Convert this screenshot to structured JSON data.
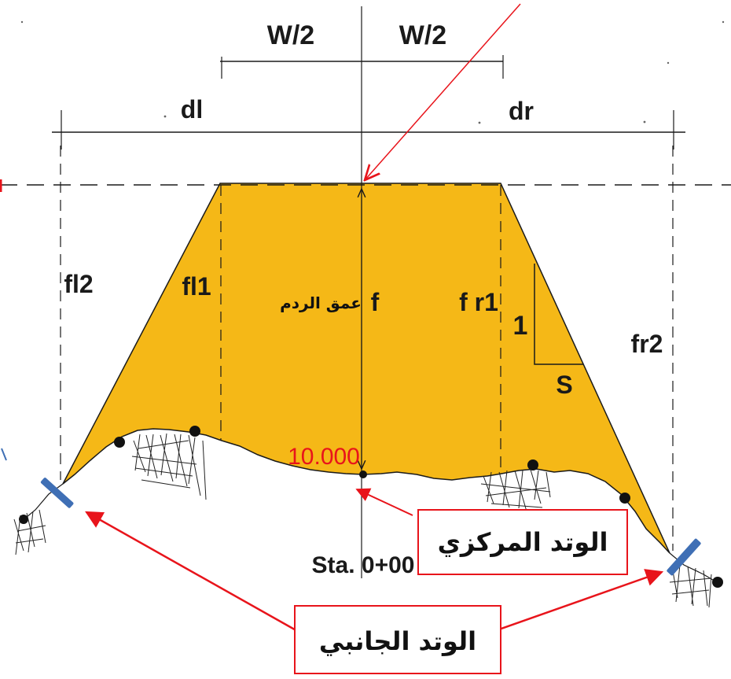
{
  "dimensions": {
    "half_width_left": "W/2",
    "half_width_right": "W/2",
    "distance_left": "dl",
    "distance_right": "dr"
  },
  "heights": {
    "fill_left_outer": "fl2",
    "fill_left_inner": "fl1",
    "fill_center": "f",
    "fill_right_inner": "f r1",
    "fill_right_outer": "fr2",
    "fill_depth_arabic": "عمق الردم"
  },
  "slope": {
    "vertical": "1",
    "horizontal": "S"
  },
  "center_elevation": "10.000",
  "station": "Sta. 0+00",
  "callouts": {
    "center_stake": "الوتد المركزي",
    "side_stake": "الوتد الجانبي"
  },
  "colors": {
    "fill": "#F5B817",
    "line": "#1a1a1a",
    "arrow": "#E8141B",
    "elevation_text": "#E8141B",
    "stake": "#3F6FB5"
  },
  "icons": {
    "stake": "stake-icon",
    "vegetation": "grass-tuft-icon",
    "marker_point": "dot-icon"
  }
}
